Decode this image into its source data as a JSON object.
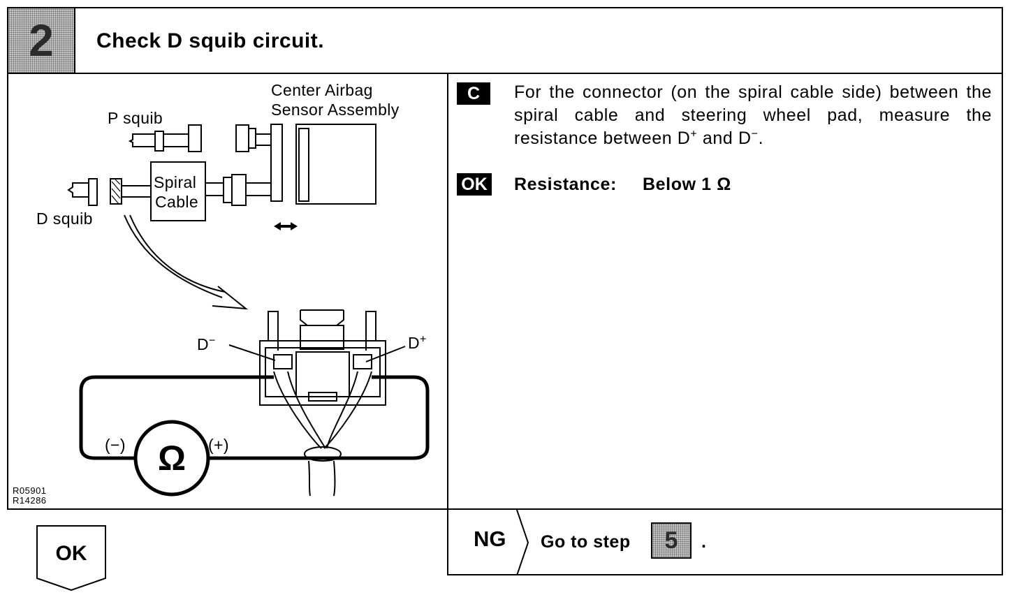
{
  "header": {
    "step_number": "2",
    "title": "Check D squib circuit."
  },
  "diagram": {
    "label_center_airbag_line1": "Center Airbag",
    "label_center_airbag_line2": "Sensor Assembly",
    "label_p_squib": "P squib",
    "label_d_squib": "D squib",
    "label_spiral_line1": "Spiral",
    "label_spiral_line2": "Cable",
    "label_d_minus": "D",
    "label_d_minus_sup": "−",
    "label_d_plus": "D",
    "label_d_plus_sup": "+",
    "label_meter_minus": "(−)",
    "label_meter_plus": "(+)",
    "label_ohm_symbol": "Ω",
    "code_line1": "R05901",
    "code_line2": "R14286"
  },
  "instruction": {
    "tag": "C",
    "text_before_dplus": "For the connector (on the spiral cable side) between the spiral cable and steering wheel pad, measure the resistance between D",
    "dplus_sup": "+",
    "text_and": " and D",
    "dminus_sup": "−",
    "text_end": "."
  },
  "ok_spec": {
    "tag": "OK",
    "label": "Resistance:",
    "value": "Below 1 Ω"
  },
  "ok_result": {
    "label": "OK"
  },
  "ng_result": {
    "label": "NG",
    "goto_text": "Go to step",
    "goto_step": "5",
    "period": "."
  }
}
